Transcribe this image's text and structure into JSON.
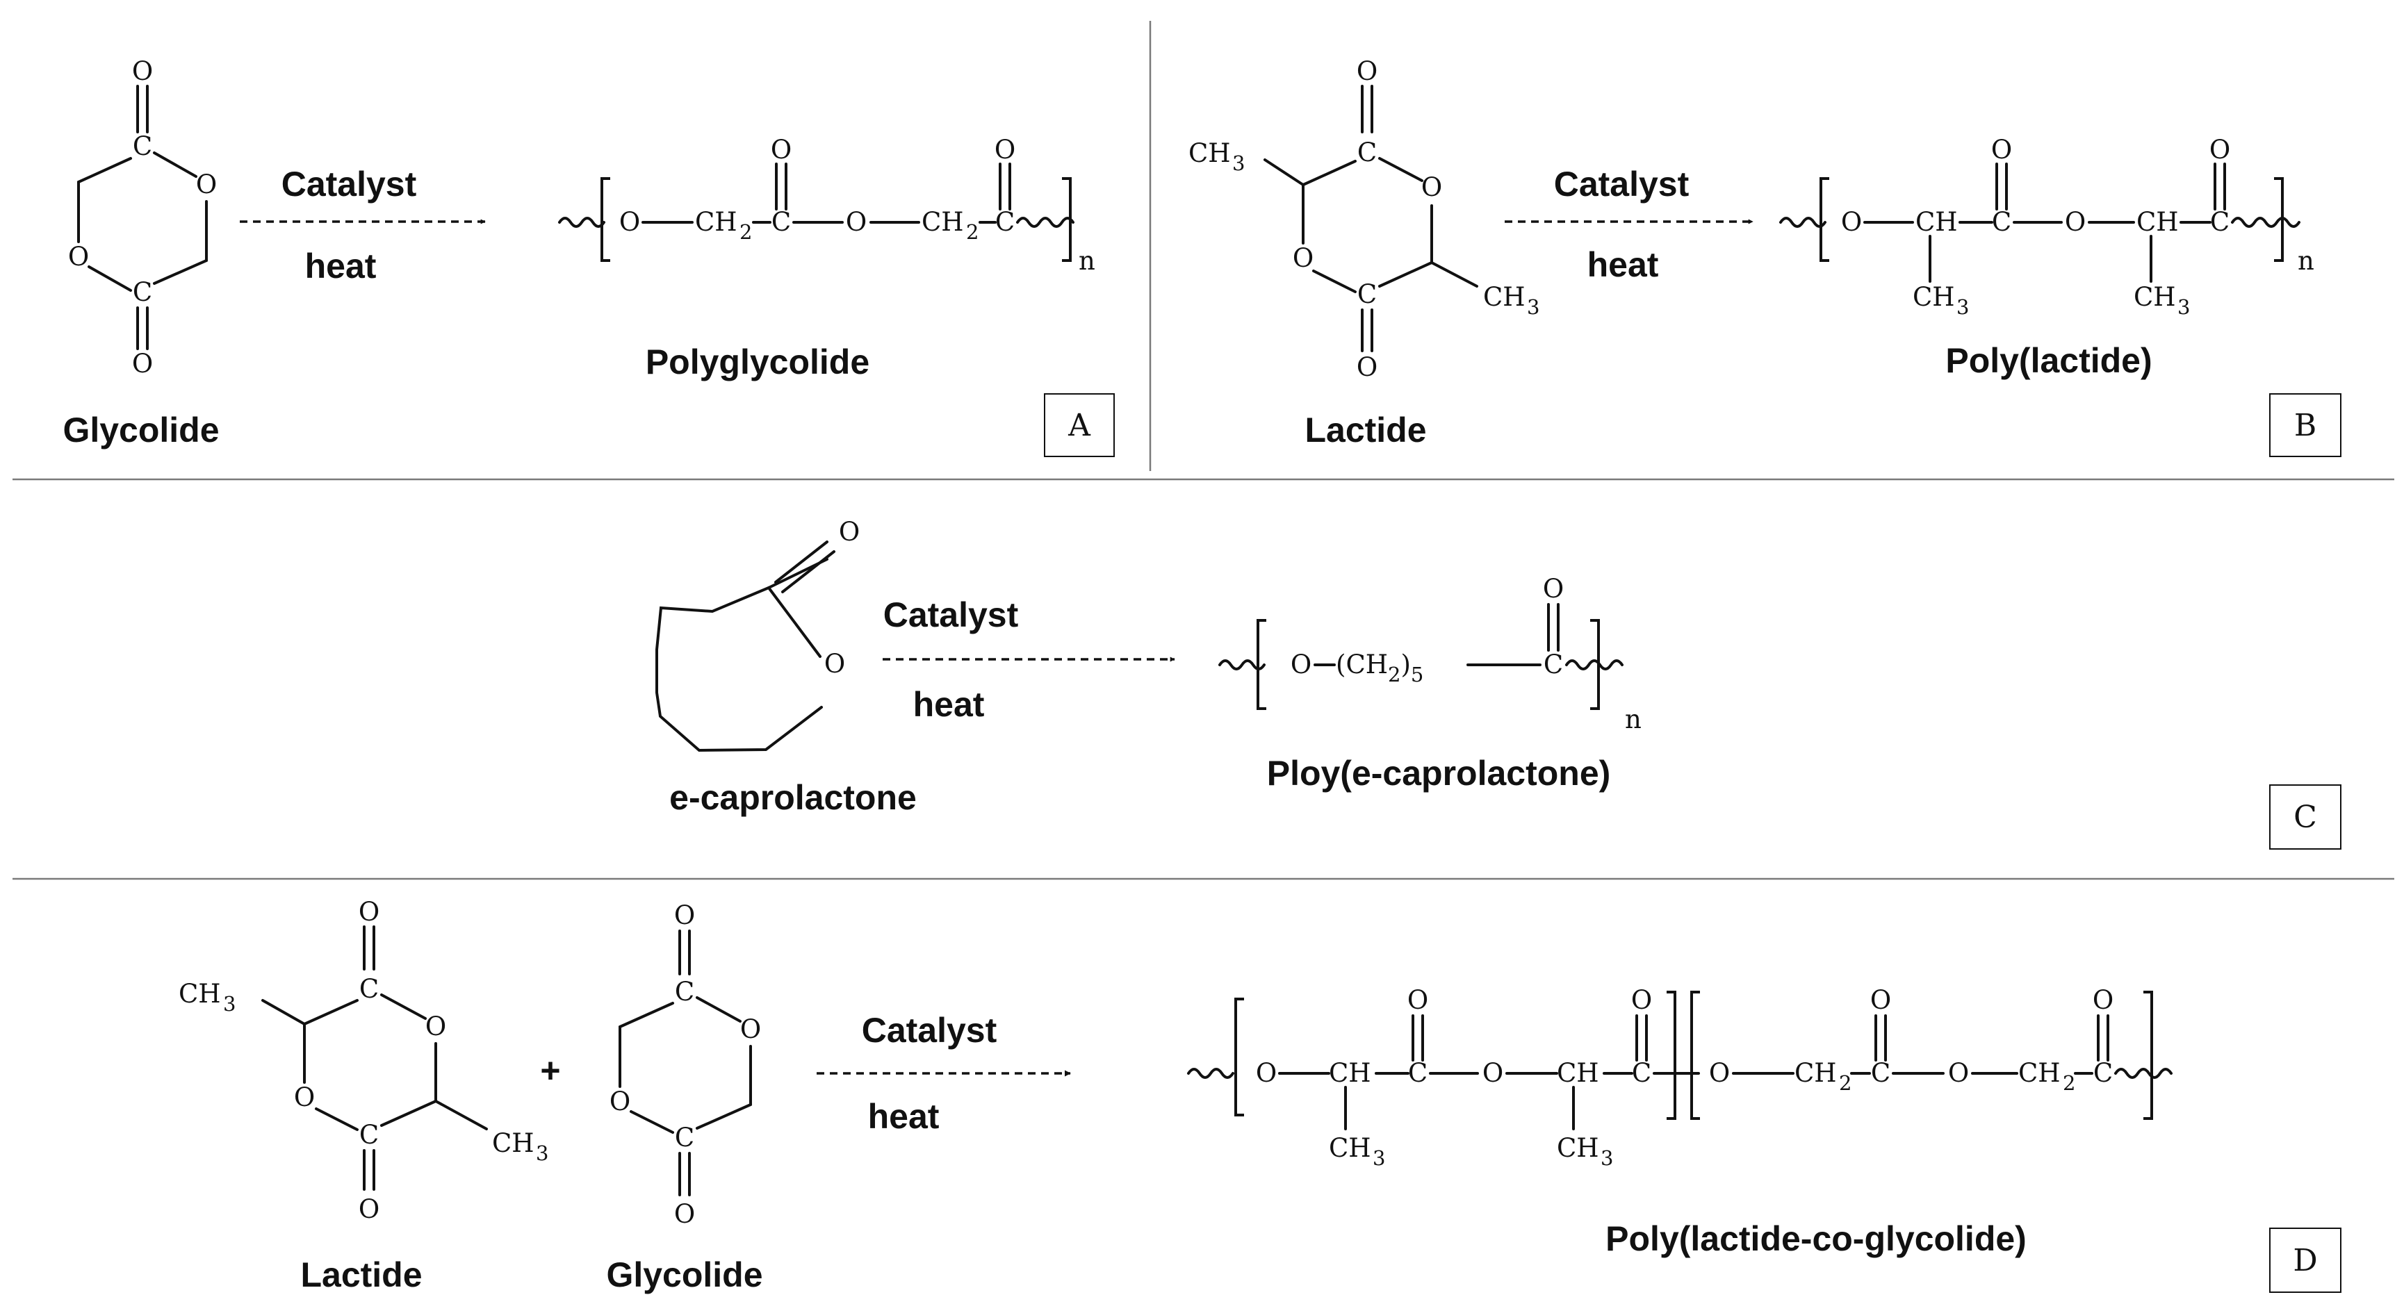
{
  "panels": {
    "a": {
      "reactant": "Glycolide",
      "catalyst": "Catalyst",
      "condition": "heat",
      "product": "Polyglycolide",
      "tag": "A"
    },
    "b": {
      "reactant": "Lactide",
      "catalyst": "Catalyst",
      "condition": "heat",
      "product": "Poly(lactide)",
      "tag": "B"
    },
    "c": {
      "reactant": "e-caprolactone",
      "catalyst": "Catalyst",
      "condition": "heat",
      "product": "Ploy(e-caprolactone)",
      "tag": "C"
    },
    "d": {
      "reactant1": "Lactide",
      "plus": "+",
      "reactant2": "Glycolide",
      "catalyst": "Catalyst",
      "condition": "heat",
      "product": "Poly(lactide-co-glycolide)",
      "tag": "D"
    }
  },
  "atoms": {
    "oxygen": "O",
    "carbon": "C",
    "ch": "CH",
    "ch2": "CH",
    "ch3": "CH",
    "h": "H",
    "sub2": "2",
    "sub3": "3",
    "sub5": "5",
    "repeat": "n"
  }
}
